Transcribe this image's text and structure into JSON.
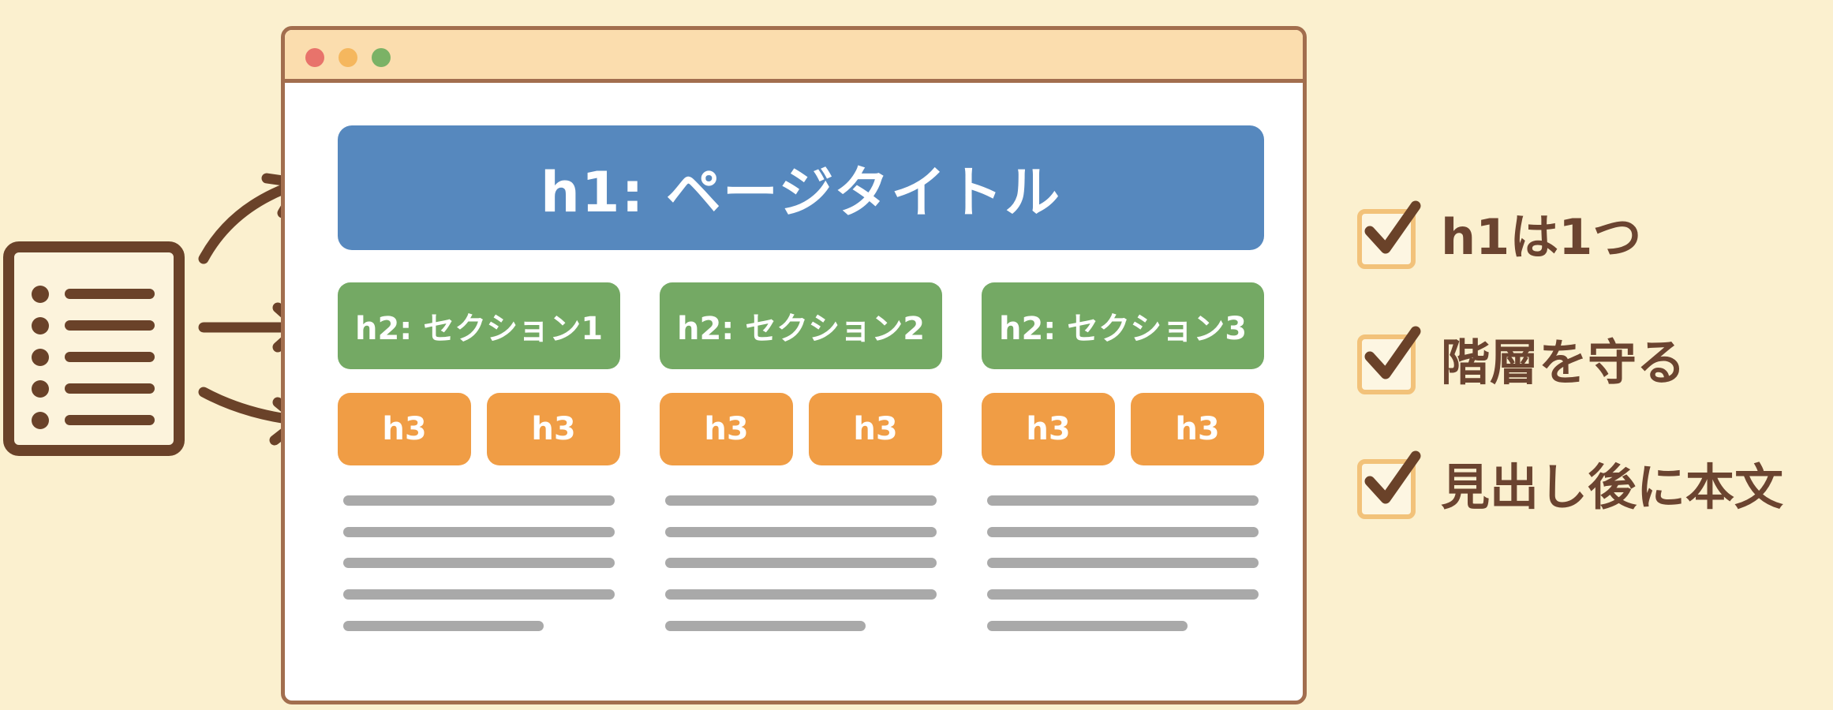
{
  "outline_icon": {
    "name": "document-outline-icon",
    "items": 5
  },
  "arrows": {
    "count": 3,
    "color": "#6A4229",
    "targets": [
      "h1",
      "h2",
      "h3"
    ]
  },
  "browser_window": {
    "titlebar_buttons": [
      {
        "name": "close",
        "color": "#E8736B"
      },
      {
        "name": "minimize",
        "color": "#F5B75E"
      },
      {
        "name": "maximize",
        "color": "#7BB266"
      }
    ],
    "h1": {
      "label": "h1: ページタイトル",
      "color": "#5688BE"
    },
    "sections": [
      {
        "h2": "h2: セクション1",
        "h3": [
          "h3",
          "h3"
        ],
        "lines": 5
      },
      {
        "h2": "h2: セクション2",
        "h3": [
          "h3",
          "h3"
        ],
        "lines": 5
      },
      {
        "h2": "h2: セクション3",
        "h3": [
          "h3",
          "h3"
        ],
        "lines": 5
      }
    ],
    "colors": {
      "h2": "#74A964",
      "h3": "#F09D45",
      "text_line": "#A9A9A9"
    }
  },
  "checklist": [
    {
      "label": "h1は1つ",
      "checked": true
    },
    {
      "label": "階層を守る",
      "checked": true
    },
    {
      "label": "見出し後に本文",
      "checked": true
    }
  ]
}
